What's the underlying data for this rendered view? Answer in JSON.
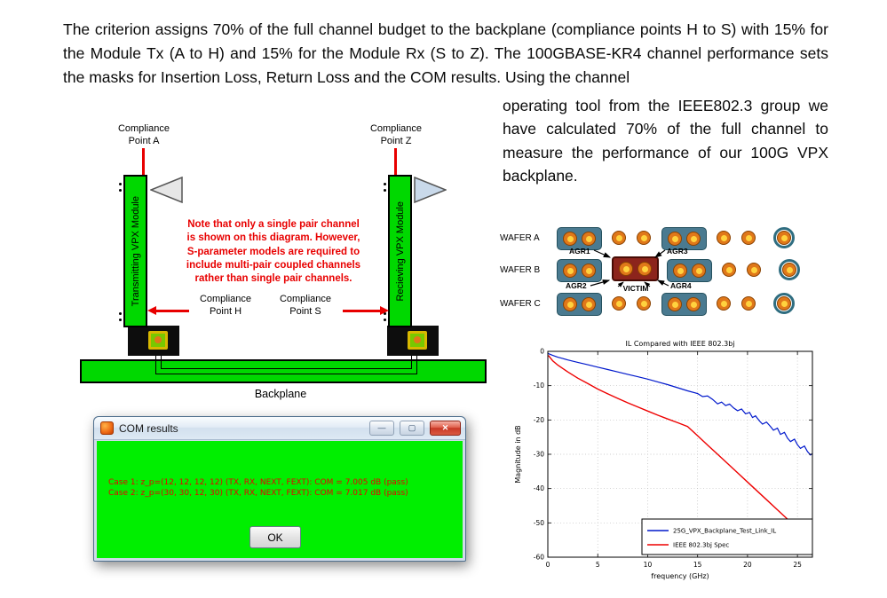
{
  "palette": {
    "pcb_green": "#00d800",
    "accent_red": "#e80000",
    "dialog_green": "#00ef00"
  },
  "intro": {
    "paragraph": "The criterion assigns 70% of the full channel budget to the backplane (compliance points H to S) with 15% for the Module Tx (A to H) and 15% for the Module Rx (S to Z). The 100GBASE-KR4 channel performance sets the masks for Insertion Loss, Return Loss and the COM results. Using the channel",
    "right_column": "operating tool from the IEEE802.3 group we have calculated 70% of the full channel to measure the performance of our 100G VPX backplane."
  },
  "diagram": {
    "compliance_point_a": "Compliance\nPoint A",
    "compliance_point_z": "Compliance\nPoint Z",
    "compliance_point_h": "Compliance\nPoint H",
    "compliance_point_s": "Compliance\nPoint S",
    "tx_module_label": "Transmitting VPX Module",
    "rx_module_label": "Recieving VPX Module",
    "note_text": "Note that only a single pair channel\nis shown on this diagram.  However,\nS-parameter models are required to\ninclude multi-pair coupled channels\nrather than single pair channels.",
    "backplane_label": "Backplane"
  },
  "com_dialog": {
    "title": "COM results",
    "result_lines": [
      "Case 1: z_p=(12, 12, 12, 12) (TX, RX, NEXT, FEXT): COM = 7.005 dB (pass)",
      "Case 2: z_p=(30, 30, 12, 30) (TX, RX, NEXT, FEXT): COM = 7.017 dB (pass)"
    ],
    "ok_label": "OK",
    "controls": {
      "minimize": "—",
      "maximize": "▢",
      "close": "✕"
    }
  },
  "wafer": {
    "row_labels": [
      "WAFER A",
      "WAFER B",
      "WAFER C"
    ],
    "rows": [
      [
        "box",
        "bare",
        "bare",
        "box",
        "bare",
        "bare",
        "ring"
      ],
      [
        "box",
        "victim",
        "box",
        "bare",
        "bare",
        "ring"
      ],
      [
        "box",
        "bare",
        "bare",
        "box",
        "bare",
        "bare",
        "ring"
      ]
    ],
    "annotations": [
      {
        "id": "agr1",
        "text": "AGR1"
      },
      {
        "id": "agr3",
        "text": "AGR3"
      },
      {
        "id": "agr2",
        "text": "AGR2"
      },
      {
        "id": "agr4",
        "text": "AGR4"
      },
      {
        "id": "victim",
        "text": "VICTIM"
      }
    ],
    "colors": {
      "pad": "#4a7a90",
      "victim": "#8c241c",
      "eyelet": "#e0781a",
      "eyelet_core": "#ffd23e"
    }
  },
  "chart_data": {
    "type": "line",
    "title": "IL Compared with IEEE 802.3bj",
    "xlabel": "frequency (GHz)",
    "ylabel": "Magnitude in dB",
    "xlim": [
      0,
      26.5
    ],
    "ylim": [
      -60,
      0
    ],
    "xticks": [
      0,
      5,
      10,
      15,
      20,
      25
    ],
    "yticks": [
      0,
      -10,
      -20,
      -30,
      -40,
      -50,
      -60
    ],
    "grid": true,
    "legend_position": "lower right",
    "series": [
      {
        "name": "25G_VPX_Backplane_Test_Link_IL",
        "color": "#0018cc",
        "width": 1.2,
        "x": [
          0,
          0.5,
          1,
          1.5,
          2,
          3,
          4,
          5,
          6,
          7,
          8,
          9,
          10,
          11,
          12,
          13,
          14,
          15,
          15.5,
          16,
          16.5,
          17,
          17.4,
          17.8,
          18.2,
          18.6,
          19,
          19.4,
          19.8,
          20.2,
          20.5,
          20.8,
          21.2,
          21.5,
          21.9,
          22.3,
          22.6,
          23,
          23.3,
          23.7,
          24,
          24.3,
          24.7,
          25,
          25.3,
          25.7,
          26,
          26.3,
          26.5
        ],
        "y": [
          -0.6,
          -1.2,
          -1.7,
          -2.1,
          -2.5,
          -3.2,
          -3.9,
          -4.6,
          -5.3,
          -6.0,
          -6.7,
          -7.4,
          -8.1,
          -8.9,
          -9.7,
          -10.6,
          -11.5,
          -12.3,
          -13.2,
          -13.0,
          -14.0,
          -15.3,
          -14.8,
          -15.8,
          -15.4,
          -16.5,
          -17.3,
          -16.8,
          -18.2,
          -17.8,
          -19.3,
          -18.8,
          -20.3,
          -21.2,
          -20.6,
          -21.9,
          -23.0,
          -22.4,
          -24.2,
          -23.6,
          -25.3,
          -26.3,
          -25.6,
          -27.2,
          -28.3,
          -27.6,
          -29.2,
          -30.2,
          -29.8
        ]
      },
      {
        "name": "IEEE 802.3bj Spec",
        "color": "#ee0000",
        "width": 1.4,
        "x": [
          0.05,
          0.5,
          1,
          2,
          3,
          4,
          5,
          6,
          7,
          8,
          9,
          10,
          11,
          12,
          13,
          14,
          15,
          16,
          17,
          18,
          19,
          20,
          21,
          22,
          23,
          24,
          25,
          26,
          26.5
        ],
        "y": [
          -1.2,
          -2.8,
          -4.0,
          -6.0,
          -7.8,
          -9.4,
          -11.0,
          -12.4,
          -13.7,
          -15.0,
          -16.2,
          -17.4,
          -18.6,
          -19.7,
          -20.8,
          -21.9,
          -24.6,
          -27.3,
          -30.0,
          -32.7,
          -35.4,
          -38.1,
          -40.8,
          -43.5,
          -46.2,
          -48.9,
          -51.6,
          -54.3,
          -55.6
        ]
      }
    ]
  }
}
